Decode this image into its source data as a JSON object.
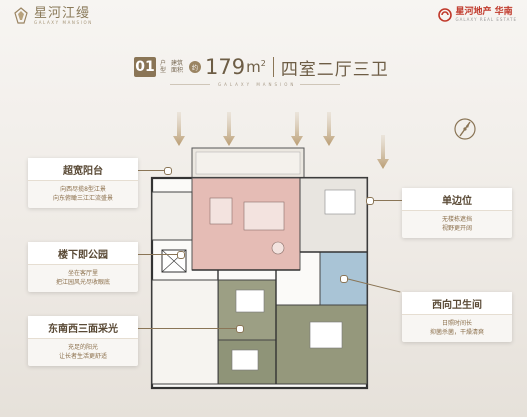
{
  "header": {
    "project_name_cn": "星河江缦",
    "project_name_en": "GALAXY MANSION",
    "developer_cn": "星河地产 华南",
    "developer_en": "GALAXY REAL ESTATE"
  },
  "title": {
    "unit_number": "01",
    "unit_label": "户型",
    "area_label": "建筑面积",
    "approx_label": "约",
    "area_value": "179",
    "area_unit": "m",
    "area_unit_power": "2",
    "layout": "四室二厅三卫",
    "subtitle_en": "GALAXY MANSION"
  },
  "callouts": [
    {
      "id": "wide-balcony",
      "heading": "超宽阳台",
      "lines": [
        "向西尽揽8型江景",
        "向东俯瞰三江汇流盛景"
      ]
    },
    {
      "id": "downstairs-park",
      "heading": "楼下即公园",
      "lines": [
        "坐在客厅里",
        "把江园风光尽收眼底"
      ]
    },
    {
      "id": "three-side-light",
      "heading": "东南西三面采光",
      "lines": [
        "充足的阳光",
        "让长者生活更舒适"
      ]
    },
    {
      "id": "corner-unit",
      "heading": "单边位",
      "lines": [
        "无楼栋遮挡",
        "视野更开阔"
      ]
    },
    {
      "id": "west-bathroom",
      "heading": "西向卫生间",
      "lines": [
        "日照时间长",
        "抑菌杀菌，干燥清爽"
      ]
    }
  ]
}
